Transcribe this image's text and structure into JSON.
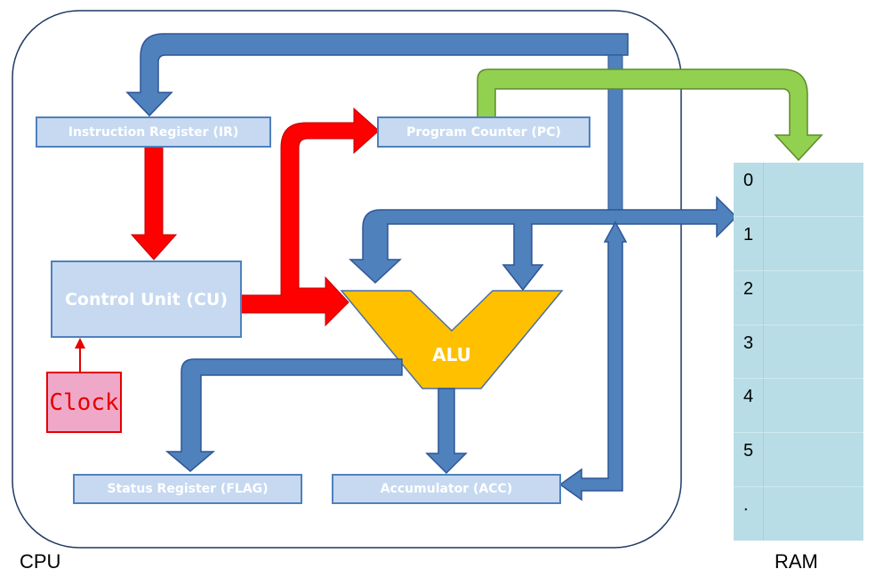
{
  "cpu": {
    "label": "CPU",
    "instruction_register": "Instruction Register (IR)",
    "program_counter": "Program Counter (PC)",
    "control_unit": "Control Unit (CU)",
    "alu": "ALU",
    "status_register": "Status Register (FLAG)",
    "accumulator": "Accumulator (ACC)",
    "clock": "Clock"
  },
  "ram": {
    "label": "RAM",
    "addresses": [
      "0",
      "1",
      "2",
      "3",
      "4",
      "5",
      "."
    ]
  },
  "colors": {
    "data_bus": "#4f81bd",
    "control_signal": "#ff0000",
    "address_bus": "#92d050",
    "alu": "#ffc000",
    "register_fill": "#c6d9f1",
    "ram_fill": "#b8dde6",
    "clock_fill": "#f0a8c8"
  }
}
